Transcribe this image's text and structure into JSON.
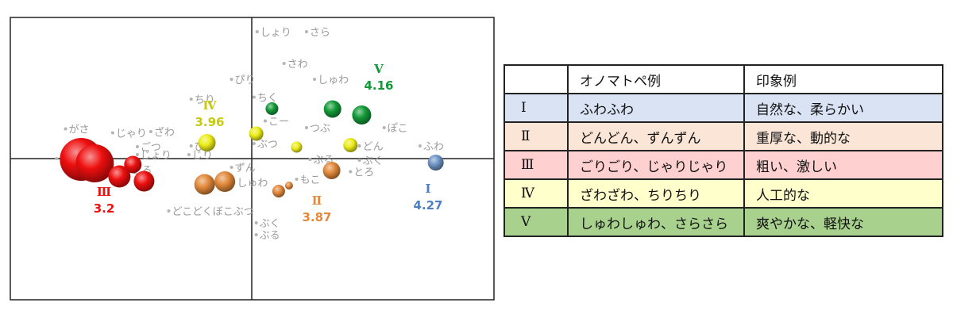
{
  "chart_data": {
    "type": "scatter",
    "title": "",
    "xlabel": "",
    "ylabel": "",
    "grid": false,
    "words": [
      {
        "text": "しょり",
        "x": 0.12,
        "y": 3.2
      },
      {
        "text": "さら",
        "x": 1.22,
        "y": 3.2
      },
      {
        "text": "さわ",
        "x": 0.72,
        "y": 2.4
      },
      {
        "text": "しゅわ",
        "x": 1.4,
        "y": 2.0
      },
      {
        "text": "ぴり",
        "x": -0.45,
        "y": 2.0
      },
      {
        "text": "ちり",
        "x": -1.35,
        "y": 1.5
      },
      {
        "text": "ちく",
        "x": 0.05,
        "y": 1.55
      },
      {
        "text": "こー",
        "x": 0.3,
        "y": 0.95
      },
      {
        "text": "つぶ",
        "x": 1.22,
        "y": 0.78
      },
      {
        "text": "ぽこ",
        "x": 2.95,
        "y": 0.78
      },
      {
        "text": "がさ",
        "x": -4.15,
        "y": 0.75
      },
      {
        "text": "じゃり",
        "x": -3.1,
        "y": 0.65
      },
      {
        "text": "ざわ",
        "x": -2.25,
        "y": 0.68
      },
      {
        "text": "ごつ",
        "x": -2.55,
        "y": 0.3
      },
      {
        "text": "ぶつ",
        "x": 0.05,
        "y": 0.38
      },
      {
        "text": "ぴり",
        "x": -1.35,
        "y": 0.32
      },
      {
        "text": "ふわ",
        "x": 3.75,
        "y": 0.32
      },
      {
        "text": "どん",
        "x": 2.4,
        "y": 0.32
      },
      {
        "text": "ごり",
        "x": -4.35,
        "y": 0.0
      },
      {
        "text": "じょり",
        "x": -2.55,
        "y": 0.1
      },
      {
        "text": "じり",
        "x": -1.4,
        "y": 0.1
      },
      {
        "text": "ぶる",
        "x": 1.3,
        "y": -0.02
      },
      {
        "text": "ぶく",
        "x": 2.4,
        "y": -0.04
      },
      {
        "text": "ごろ",
        "x": -2.75,
        "y": -0.28
      },
      {
        "text": "ずん",
        "x": -0.45,
        "y": -0.22
      },
      {
        "text": "とろ",
        "x": 2.2,
        "y": -0.33
      },
      {
        "text": "もこ",
        "x": 1.0,
        "y": -0.52
      },
      {
        "text": "しゅわ",
        "x": -0.4,
        "y": -0.6
      },
      {
        "text": "どこどくぼこぶつ",
        "x": -1.85,
        "y": -1.32
      },
      {
        "text": "ぶく",
        "x": 0.1,
        "y": -1.62
      },
      {
        "text": "ぶる",
        "x": 0.1,
        "y": -1.92
      }
    ],
    "clusters": [
      {
        "id": "Ⅰ",
        "value": "4.27",
        "color": "#6f95c6",
        "bubbles": [
          {
            "x": 4.1,
            "y": -0.1,
            "r": 10
          }
        ]
      },
      {
        "id": "Ⅱ",
        "value": "3.87",
        "color": "#e2893b",
        "bubbles": [
          {
            "x": -1.05,
            "y": -0.65,
            "r": 13
          },
          {
            "x": -0.6,
            "y": -0.58,
            "r": 13
          },
          {
            "x": 0.6,
            "y": -0.82,
            "r": 8
          },
          {
            "x": 0.83,
            "y": -0.68,
            "r": 5
          },
          {
            "x": 1.78,
            "y": -0.3,
            "r": 11
          }
        ]
      },
      {
        "id": "Ⅲ",
        "value": "3.2",
        "color": "#ee0f0f",
        "bubbles": [
          {
            "x": -3.8,
            "y": -0.02,
            "r": 27
          },
          {
            "x": -3.5,
            "y": -0.12,
            "r": 24
          },
          {
            "x": -2.65,
            "y": -0.15,
            "r": 11
          },
          {
            "x": -2.95,
            "y": -0.45,
            "r": 14
          },
          {
            "x": -2.4,
            "y": -0.57,
            "r": 13
          }
        ]
      },
      {
        "id": "Ⅳ",
        "value": "3.96",
        "color": "#eded1b",
        "bubbles": [
          {
            "x": -1.0,
            "y": 0.4,
            "r": 11
          },
          {
            "x": 0.1,
            "y": 0.63,
            "r": 9
          },
          {
            "x": 1.0,
            "y": 0.29,
            "r": 7
          },
          {
            "x": 2.2,
            "y": 0.34,
            "r": 9
          }
        ]
      },
      {
        "id": "Ⅴ",
        "value": "4.16",
        "color": "#139a38",
        "bubbles": [
          {
            "x": 0.45,
            "y": 1.26,
            "r": 8
          },
          {
            "x": 1.8,
            "y": 1.25,
            "r": 11
          },
          {
            "x": 2.45,
            "y": 1.1,
            "r": 12
          }
        ]
      }
    ]
  },
  "legend_table": {
    "headers": [
      "",
      "オノマトペ例",
      "印象例"
    ],
    "rows": [
      {
        "id": "Ⅰ",
        "examples": "ふわふわ",
        "impression": "自然な、柔らかい",
        "color": "#dae3f3"
      },
      {
        "id": "Ⅱ",
        "examples": "どんどん、ずんずん",
        "impression": "重厚な、動的な",
        "color": "#fbe5d6"
      },
      {
        "id": "Ⅲ",
        "examples": "ごりごり、じゃりじゃり",
        "impression": "粗い、激しい",
        "color": "#ffd0d0"
      },
      {
        "id": "Ⅳ",
        "examples": "ざわざわ、ちりちり",
        "impression": "人工的な",
        "color": "#ffffcc"
      },
      {
        "id": "Ⅴ",
        "examples": "しゅわしゅわ、さらさら",
        "impression": "爽やかな、軽快な",
        "color": "#a9d18e"
      }
    ]
  }
}
